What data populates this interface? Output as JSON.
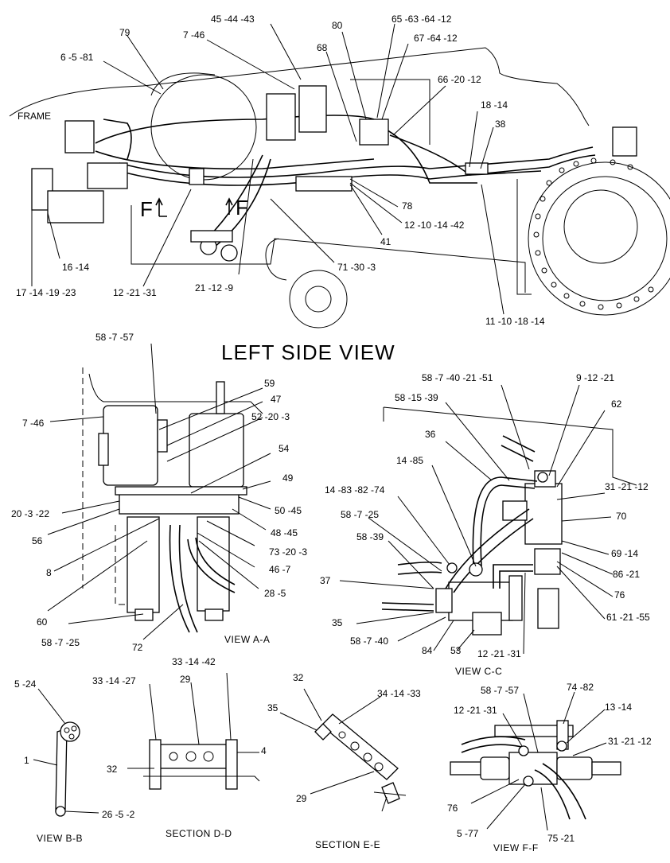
{
  "title": "LEFT SIDE VIEW",
  "frame_label": "FRAME",
  "section_marker": "F",
  "views": {
    "aa": "VIEW A-A",
    "cc": "VIEW C-C",
    "bb": "VIEW B-B",
    "dd": "SECTION D-D",
    "ee": "SECTION E-E",
    "ff": "VIEW F-F"
  },
  "callouts": {
    "side": [
      "79",
      "6 -5 -81",
      "45 -44 -43",
      "7 -46",
      "80",
      "68",
      "65 -63 -64 -12",
      "67 -64 -12",
      "66 -20 -12",
      "18 -14",
      "38",
      "78",
      "12 -10 -14 -42",
      "41",
      "71 -30 -3",
      "21 -12 -9",
      "12 -21 -31",
      "16 -14",
      "17 -14 -19 -23",
      "11 -10 -18 -14"
    ],
    "aa": [
      "58 -7 -57",
      "59",
      "47",
      "52 -20 -3",
      "54",
      "49",
      "50 -45",
      "48 -45",
      "73 -20 -3",
      "46 -7",
      "28 -5",
      "7 -46",
      "20 -3 -22",
      "56",
      "8",
      "60",
      "58 -7 -25",
      "72"
    ],
    "cc": [
      "58 -7 -40 -21 -51",
      "9 -12 -21",
      "58 -15 -39",
      "62",
      "36",
      "14 -85",
      "31 -21 -12",
      "14 -83 -82 -74",
      "70",
      "58 -7 -25",
      "69 -14",
      "58 -39",
      "86 -21",
      "76",
      "37",
      "61 -21 -55",
      "35",
      "58 -7 -40",
      "84",
      "53",
      "12 -21 -31"
    ],
    "bb": [
      "5 -24",
      "1",
      "26 -5 -2"
    ],
    "dd": [
      "33 -14 -27",
      "33 -14 -42",
      "29",
      "4",
      "32"
    ],
    "ee": [
      "32",
      "35",
      "34 -14 -33",
      "29"
    ],
    "ff": [
      "58 -7 -57",
      "74 -82",
      "12 -21 -31",
      "13 -14",
      "31 -21 -12",
      "76",
      "5 -77",
      "75 -21"
    ]
  }
}
